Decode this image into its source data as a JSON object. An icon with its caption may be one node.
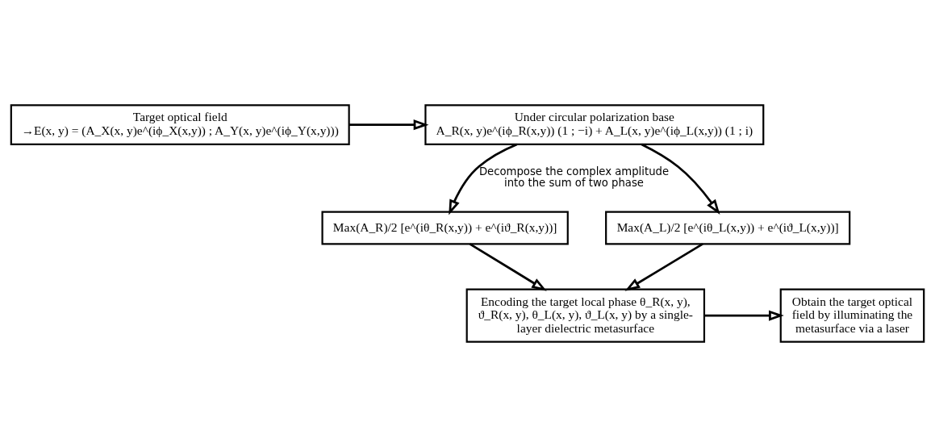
{
  "diagram": {
    "nodes": [
      {
        "text": [
          "Target optical field",
          "→E(x, y) = (A_X(x, y)e^(iϕ_X(x,y)) ; A_Y(x, y)e^(iϕ_Y(x,y)))"
        ]
      },
      {
        "text": [
          "Under circular polarization base",
          "A_R(x, y)e^(iϕ_R(x,y)) (1 ; −i) + A_L(x, y)e^(iϕ_L(x,y)) (1 ; i)"
        ]
      },
      {
        "text": [
          "Max(A_R)/2 [e^(iθ_R(x,y)) + e^(iϑ_R(x,y))]"
        ]
      },
      {
        "text": [
          "Max(A_L)/2 [e^(iθ_L(x,y)) + e^(iϑ_L(x,y))]"
        ]
      },
      {
        "text": [
          "Encoding the target local phase θ_R(x, y), ϑ_R(x, y), θ_L(x, y), ϑ_L(x, y) by a single-layer dielectric metasurface"
        ]
      },
      {
        "text": [
          "Obtain the target optical field by illuminating the metasurface via a laser"
        ]
      }
    ],
    "edges": [
      {
        "from": 0,
        "to": 1,
        "arrow": "to"
      },
      {
        "from": 1,
        "to": 2,
        "arrow": "to",
        "label": "Decompose the complex amplitude into the sum of two phase"
      },
      {
        "from": 1,
        "to": 3,
        "arrow": "to"
      },
      {
        "from": 2,
        "to": 4,
        "arrow": "to"
      },
      {
        "from": 3,
        "to": 4,
        "arrow": "to"
      },
      {
        "from": 4,
        "to": 5,
        "arrow": "to"
      }
    ]
  }
}
